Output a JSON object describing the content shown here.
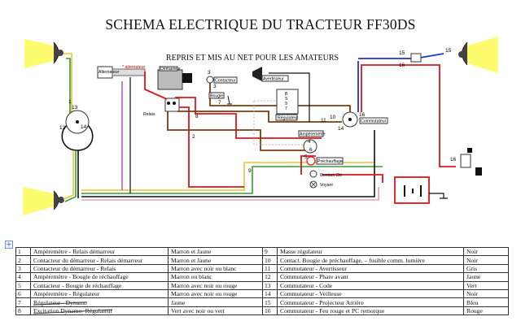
{
  "title": "SCHEMA ELECTRIQUE DU TRACTEUR FF30DS",
  "subtitle": "REPRIS ET MIS AU NET POUR LES AMATEURS",
  "diagram": {
    "labels": {
      "alternateur": "Alternateur",
      "alternateur_note": "* alternateur",
      "demarreur": "Démarreur",
      "contacteur": "Contacteur",
      "bougie": "Bougie",
      "avertisseur": "Avertisseur",
      "regulateur": "Régulateur",
      "relais": "Relais",
      "amperemetre": "Ampèremètre",
      "prechauffage": "Préchauffage",
      "contact_cle": "Contact Clé",
      "voyant": "Voyant",
      "commutateur": "Commutateur",
      "regulator_terminals": [
        "B",
        "S",
        "9",
        "7"
      ]
    },
    "numbers": [
      "1",
      "2",
      "3",
      "4",
      "5",
      "6",
      "7",
      "8",
      "9",
      "10",
      "11",
      "12",
      "13",
      "14",
      "15",
      "16"
    ],
    "wire_colors": {
      "red": "#e0151b",
      "blue": "#2233cc",
      "brown": "#7a3c10",
      "yellow": "#e8c72a",
      "green": "#3a9a3a",
      "black": "#111111",
      "white_pink": "#e6a0b8",
      "purple": "#9b2c9b",
      "grey": "#8a8a8a"
    }
  },
  "legend": {
    "rows": [
      {
        "n": "1",
        "desc": "Ampèremètre - Relais démarreur",
        "color": "Marron et Jaune",
        "n2": "9",
        "desc2": "Masse régulateur",
        "color2": "Noir"
      },
      {
        "n": "2",
        "desc": "Contacteur du démarreur - Relais démarreur",
        "color": "Marron et Jaune",
        "n2": "10",
        "desc2": "Contact. Bougie de préchauffage. – fusible comm. lumière",
        "color2": "Noir"
      },
      {
        "n": "3",
        "desc": "Contacteur du démarreur - Relais",
        "color": "Marron avec noir ou blanc",
        "n2": "11",
        "desc2": "Commutateur - Avertisseur",
        "color2": "Gris"
      },
      {
        "n": "4",
        "desc": "Ampèremètre - Bougie de réchauffage",
        "color": "Marron ou blanc",
        "n2": "12",
        "desc2": "Commutateur - Phare avant",
        "color2": "Jaune"
      },
      {
        "n": "5",
        "desc": "Contacteur - Bougie de réchauffage",
        "color": "Marron avec noir ou rouge",
        "n2": "13",
        "desc2": "Commutateur - Code",
        "color2": "Vert"
      },
      {
        "n": "6",
        "desc": "Ampèremètre - Régulateur",
        "color": "Marron avec noir ou rouge",
        "n2": "14",
        "desc2": "Commutateur - Veilleuse",
        "color2": "Noir"
      },
      {
        "n": "7",
        "desc": "Régulateur - Dynamo",
        "color": "Jaune",
        "n2": "15",
        "desc2": "Commutateur - Projecteur Arrière",
        "color2": "Bleu"
      },
      {
        "n": "8",
        "desc": "Excitation Dynamo- Régulateur",
        "color": "Vert avec noir ou vert",
        "n2": "16",
        "desc2": "Commutateur - Feu rouge et PC remorque",
        "color2": "Rouge"
      }
    ]
  }
}
